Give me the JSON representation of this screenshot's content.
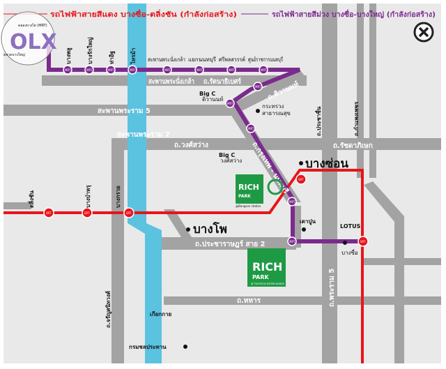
{
  "header": {
    "red_line_title": "รถไฟฟ้าสายสีแดง บางซื่อ-ตลิ่งชัน (กำลังก่อสร้าง)",
    "purple_line_title": "รถไฟฟ้าสายสีม่วง บางซื่อ-บางใหญ่ (กำลังก่อสร้าง)"
  },
  "logo": {
    "text": "OLX",
    "overlay_top": "คลองบางไผ่ (MRT)",
    "overlay_left": "ตลาดบางใหญ่"
  },
  "close_icon": "close-circle-icon",
  "colors": {
    "red_line": "#e8141b",
    "purple_line": "#7b2a8e",
    "river": "#5bc2e0",
    "road": "#a3a3a3",
    "background": "#e9e9e9",
    "rich_park": "#1e9a45"
  },
  "purple_stations": [
    "บางพลู",
    "บางรักใหญ่",
    "ท่าอิฐ",
    "ไทรม้า",
    "สะพานพระนั่งเกล้า",
    "แยกนนทบุรี",
    "ศรีพลสวรรค์",
    "ศูนย์ราชการนนทบุรี"
  ],
  "red_stations": [
    "ตลิ่งชัน",
    "บางบำหรุ",
    "บางกรวย"
  ],
  "station_badge": {
    "mrt": "MRT",
    "srt": "SRT"
  },
  "roads": {
    "pinklao_bridge": "สะพานพระนั่งเกล้า",
    "rattanathibet": "ถ.รัตนาธิเบศร์",
    "tiwanon": "ถ.ติวานนท์",
    "rama5_bridge": "สะพานพระราม 5",
    "rama7_bridge": "สะพานพระราม 7",
    "wongsawang": "ถ.วงศ์สว่าง",
    "ratchadaphisek": "ถ.รัชดาภิเษก",
    "bangkok_nonthaburi": "ถ.กรุงเทพ - นนทบุรี",
    "prachachuen": "ถ.ประชาชื่น",
    "kamphaengphet": "ถ.กำแพงเพชร",
    "pracharat2": "ถ.ประชาราษฎร์ สาย 2",
    "rama5": "ถ.พระราม 5",
    "charansanitwong": "ถ.จรัญสนิทวงศ์",
    "thahan": "ถ.ทหาร"
  },
  "places": {
    "bigc_tiwanon_1": "Big C",
    "bigc_tiwanon_2": "ติวานนท์",
    "moph_1": "กระทรวง",
    "moph_2": "สาธารณสุข",
    "bigc_wong_1": "Big C",
    "bigc_wong_2": "วงศ์สว่าง",
    "bangson": "บางซ่อน",
    "bangpho": "บางโพ",
    "taopoon": "เตาปูน",
    "lotus": "LOTUS",
    "bangsue": "บางซื่อ",
    "kiakkai": "เกียกกาย",
    "royal_irrigation": "กรมชลประทาน"
  },
  "rich_park_1": {
    "name1": "RICH",
    "name2": "PARK",
    "sub": "@Bangson station"
  },
  "rich_park_2": {
    "name1": "RICH",
    "name2": "PARK",
    "sub": "@ TAOPOON INTERCHANGE"
  }
}
